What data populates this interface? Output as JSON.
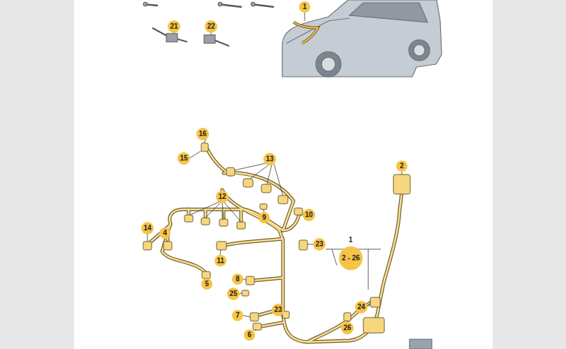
{
  "diagram": {
    "nodes": [
      {
        "text": [
          "21"
        ]
      },
      {
        "text": [
          "22"
        ]
      },
      {
        "text": [
          "1"
        ]
      },
      {
        "text": [
          "16"
        ]
      },
      {
        "text": [
          "15"
        ]
      },
      {
        "text": [
          "13"
        ]
      },
      {
        "text": [
          "12"
        ]
      },
      {
        "text": [
          "14"
        ]
      },
      {
        "text": [
          "4"
        ]
      },
      {
        "text": [
          "9"
        ]
      },
      {
        "text": [
          "10"
        ]
      },
      {
        "text": [
          "23"
        ]
      },
      {
        "text": [
          "1",
          "2 - 26"
        ]
      },
      {
        "text": [
          "2"
        ]
      },
      {
        "text": [
          "11"
        ]
      },
      {
        "text": [
          "5"
        ]
      },
      {
        "text": [
          "8"
        ]
      },
      {
        "text": [
          "25"
        ]
      },
      {
        "text": [
          "7"
        ]
      },
      {
        "text": [
          "6"
        ]
      },
      {
        "text": [
          "23"
        ]
      },
      {
        "text": [
          "26"
        ]
      },
      {
        "text": [
          "24"
        ]
      }
    ]
  }
}
